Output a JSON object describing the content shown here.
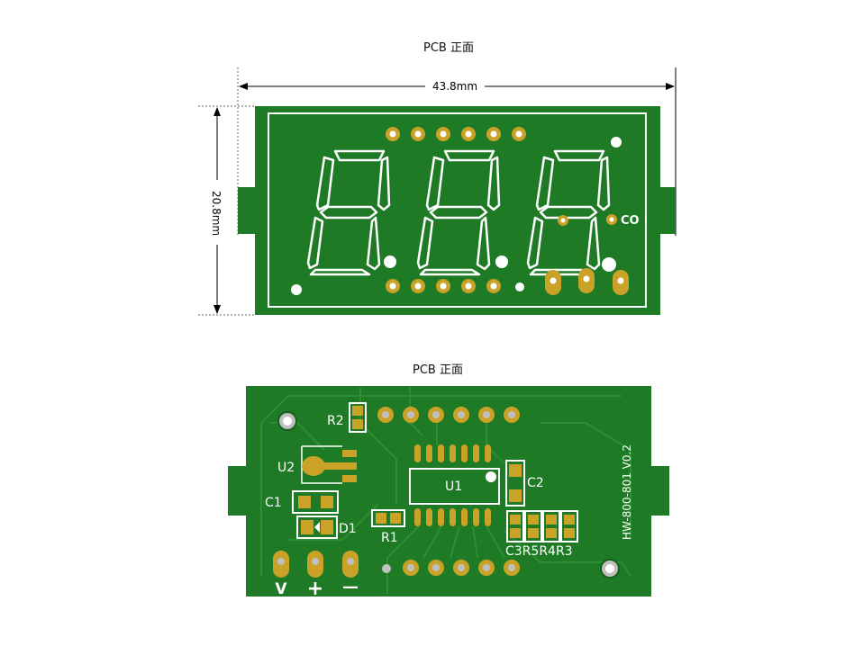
{
  "top": {
    "title": "PCB 正面",
    "dim_width": "43.8mm",
    "dim_height": "20.8mm",
    "label_co": "CO"
  },
  "bottom": {
    "title": "PCB 正面",
    "labels": {
      "r2": "R2",
      "u2": "U2",
      "c1": "C1",
      "d1": "D1",
      "u1": "U1",
      "c2": "C2",
      "r1": "R1",
      "c3r5r4r3": "C3R5R4R3",
      "version": "HW-800-801 V0.2",
      "pin_v": "V",
      "pin_plus": "+",
      "pin_minus": "—"
    }
  },
  "colors": {
    "board": "#1e7a25",
    "board_dark": "#155e1b",
    "pad": "#c9a227",
    "silk": "#ffffff"
  }
}
